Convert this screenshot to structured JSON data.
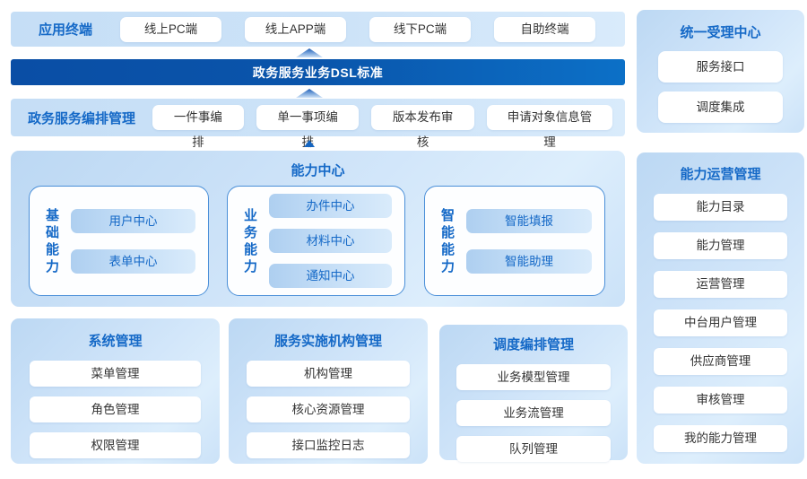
{
  "terminals": {
    "label": "应用终端",
    "items": [
      "线上PC端",
      "线上APP端",
      "线下PC端",
      "自助终端"
    ]
  },
  "banner": {
    "label": "政务服务业务DSL标准"
  },
  "orchestration": {
    "label": "政务服务编排管理",
    "items": [
      "一件事编排",
      "单一事项编排",
      "版本发布审核",
      "申请对象信息管理"
    ]
  },
  "capability_center": {
    "title": "能力中心",
    "groups": [
      {
        "label": "基础能力",
        "items": [
          "用户中心",
          "表单中心"
        ]
      },
      {
        "label": "业务能力",
        "items": [
          "办件中心",
          "材料中心",
          "通知中心"
        ]
      },
      {
        "label": "智能能力",
        "items": [
          "智能填报",
          "智能助理"
        ]
      }
    ]
  },
  "bottom_panels": [
    {
      "title": "系统管理",
      "items": [
        "菜单管理",
        "角色管理",
        "权限管理"
      ]
    },
    {
      "title": "服务实施机构管理",
      "items": [
        "机构管理",
        "核心资源管理",
        "接口监控日志"
      ]
    },
    {
      "title": "调度编排管理",
      "items": [
        "业务模型管理",
        "业务流管理",
        "队列管理"
      ]
    }
  ],
  "right_panels": [
    {
      "title": "统一受理中心",
      "items": [
        "服务接口",
        "调度集成"
      ]
    },
    {
      "title": "能力运营管理",
      "items": [
        "能力目录",
        "能力管理",
        "运营管理",
        "中台用户管理",
        "供应商管理",
        "审核管理",
        "我的能力管理"
      ]
    }
  ],
  "colors": {
    "banner_start": "#0a4ea5",
    "banner_end": "#0c70c7",
    "panel_light_blue": "#cfe4f9",
    "title_blue": "#1569c7",
    "subpanel_border": "#4a8fd8",
    "chip_text": "#333333"
  }
}
